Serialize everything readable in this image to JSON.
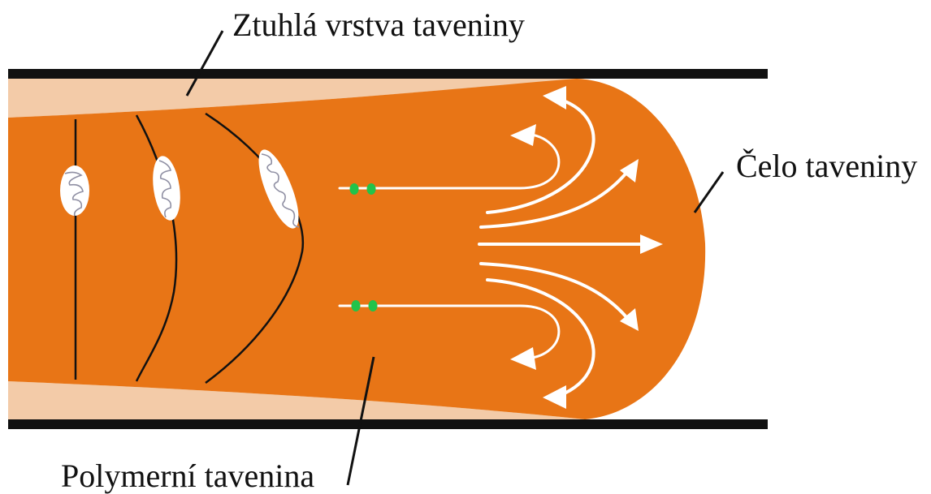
{
  "labels": {
    "frozen_layer": "Ztuhlá vrstva taveniny",
    "melt_front": "Čelo taveniny",
    "polymer_melt": "Polymerní tavenina"
  },
  "colors": {
    "melt": "#e87516",
    "frozen_layer": "#f3cba8",
    "wall": "#111111",
    "flow_arrow": "#ffffff",
    "tracer_dot": "#22c34a",
    "molecule": "#8f8fa3"
  }
}
